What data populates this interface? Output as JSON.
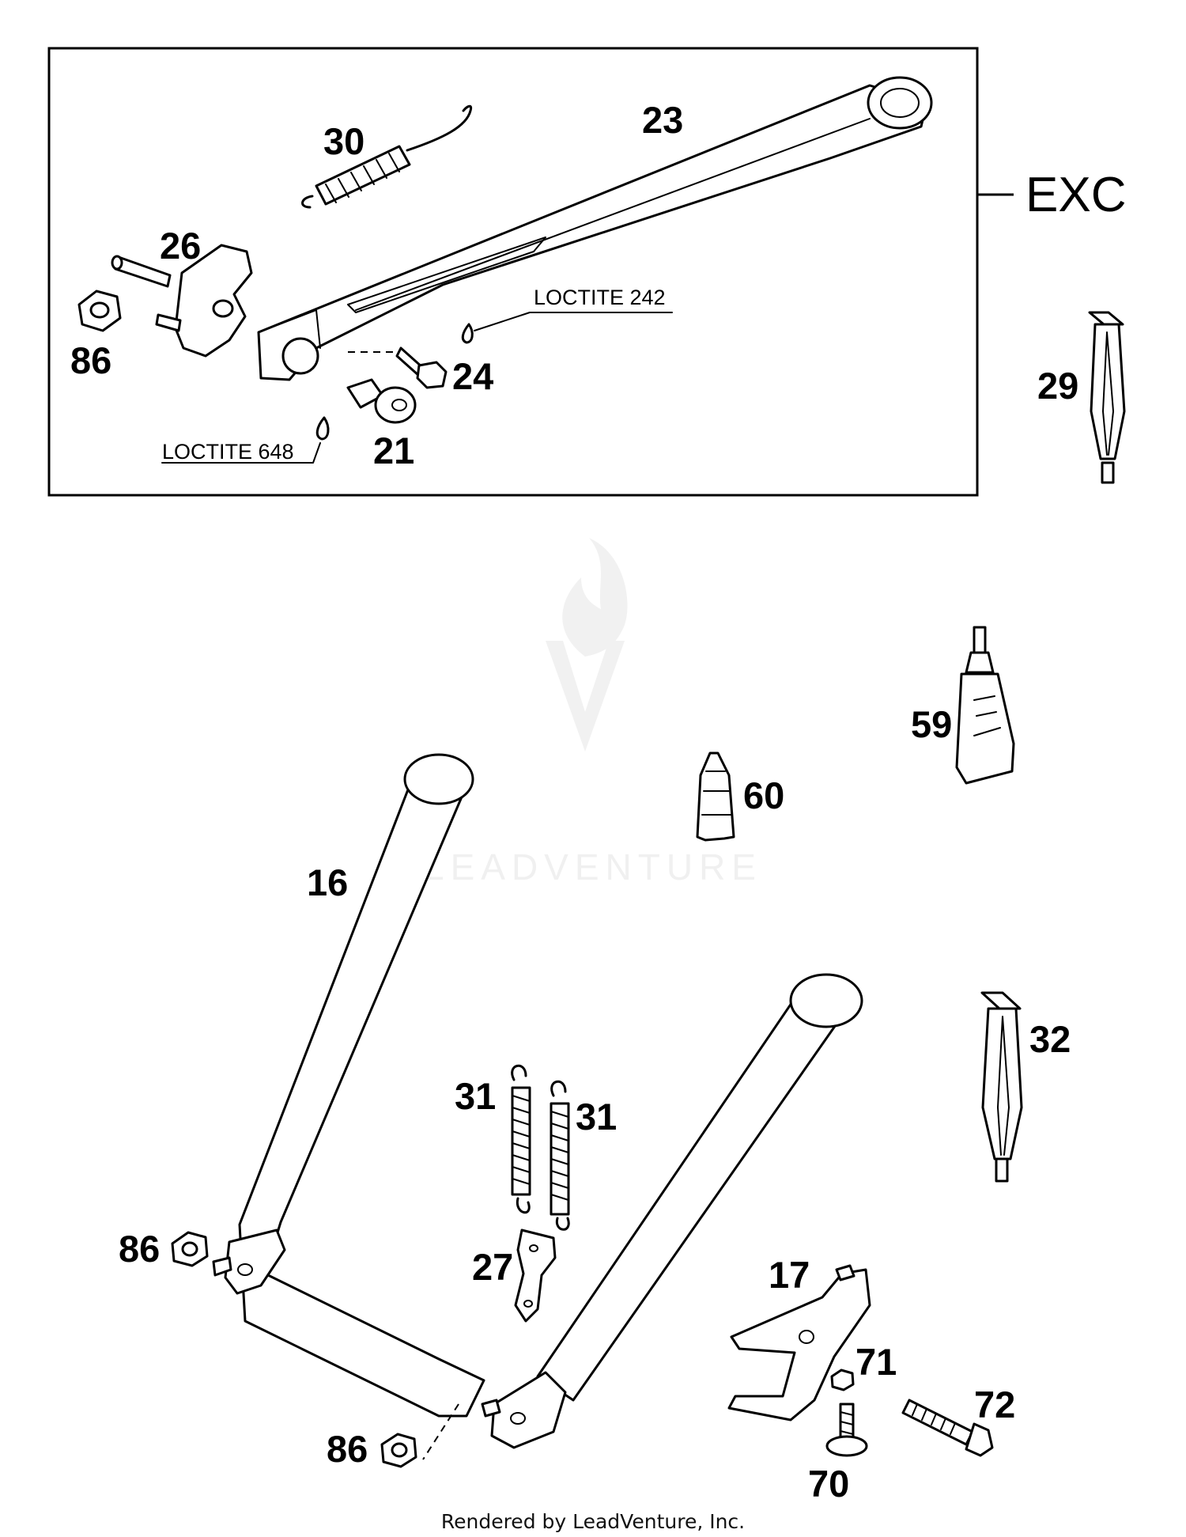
{
  "diagram": {
    "group_label": "EXC",
    "notes": {
      "loctite_242": "LOCTITE 242",
      "loctite_648": "LOCTITE 648"
    },
    "part_numbers": {
      "p30": "30",
      "p23": "23",
      "p26": "26",
      "p86_top": "86",
      "p24": "24",
      "p21": "21",
      "p29": "29",
      "p59": "59",
      "p60": "60",
      "p16": "16",
      "p32": "32",
      "p31_left": "31",
      "p31_right": "31",
      "p86_mid": "86",
      "p27": "27",
      "p17": "17",
      "p71": "71",
      "p72": "72",
      "p86_bottom": "86",
      "p70": "70"
    },
    "watermark": "LEADVENTURE",
    "footer": "Rendered by LeadVenture, Inc."
  }
}
